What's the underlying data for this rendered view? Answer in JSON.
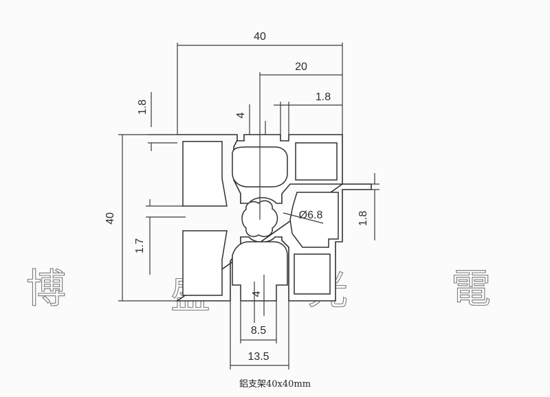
{
  "drawing": {
    "dimensions": {
      "overall_width": "40",
      "half_width": "20",
      "slot_lip_top": "1.8",
      "slot_lip_right": "1.8",
      "left_lip": "1.8",
      "overall_height": "40",
      "left_offset": "1.7",
      "slot_width_top": "4",
      "slot_width_bottom": "4",
      "center_bore": "Ø6.8",
      "inner_slot_width": "8.5",
      "outer_slot_width": "13.5"
    },
    "watermark": [
      "博",
      "盛",
      "光",
      "電"
    ],
    "caption": "鋁支架40x40mm"
  }
}
